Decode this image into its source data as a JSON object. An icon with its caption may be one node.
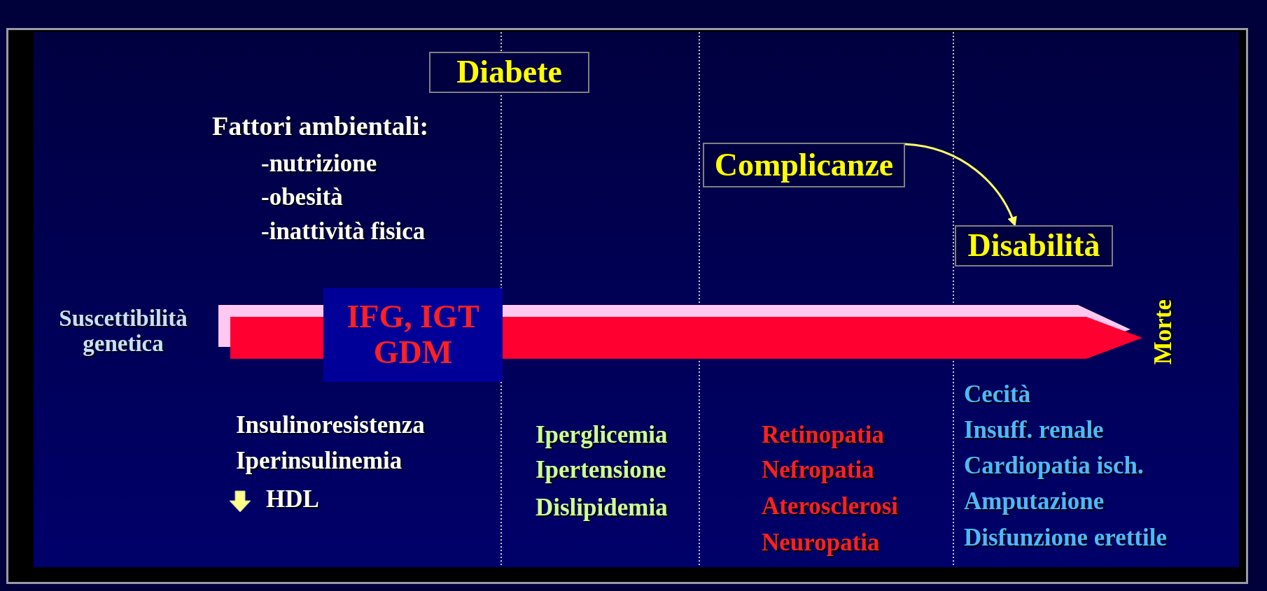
{
  "diagram": {
    "nodes": [
      {
        "text": [
          "Diabete"
        ]
      },
      {
        "text": [
          "Complicanze"
        ]
      },
      {
        "text": [
          "Disabilità"
        ]
      },
      {
        "text": [
          "IFG, IGT GDM"
        ]
      },
      {
        "text": [
          "Suscettibilità genetica"
        ]
      },
      {
        "text": [
          "Morte"
        ]
      }
    ],
    "edges": [
      {
        "from": 1,
        "to": 2,
        "arrow": "to",
        "color": "#ffff66"
      },
      {
        "from": 4,
        "to": 3,
        "arrow": "none",
        "color": "#ff0030"
      },
      {
        "from": 3,
        "to": 5,
        "arrow": "to",
        "color": "#ff0030"
      }
    ],
    "labels": [
      "Fattori ambientali:",
      "-nutrizione",
      "-obesità",
      "-inattività fisica",
      "Insulinoresistenza",
      "Iperinsulinemia",
      "HDL",
      "Iperglicemia",
      "Ipertensione",
      "Dislipidemia",
      "Retinopatia",
      "Nefropatia",
      "Aterosclerosi",
      "Neuropatia",
      "Cecità",
      "Insuff. renale",
      "Cardiopatia isch.",
      "Amputazione",
      "Disfunzione erettile"
    ]
  }
}
